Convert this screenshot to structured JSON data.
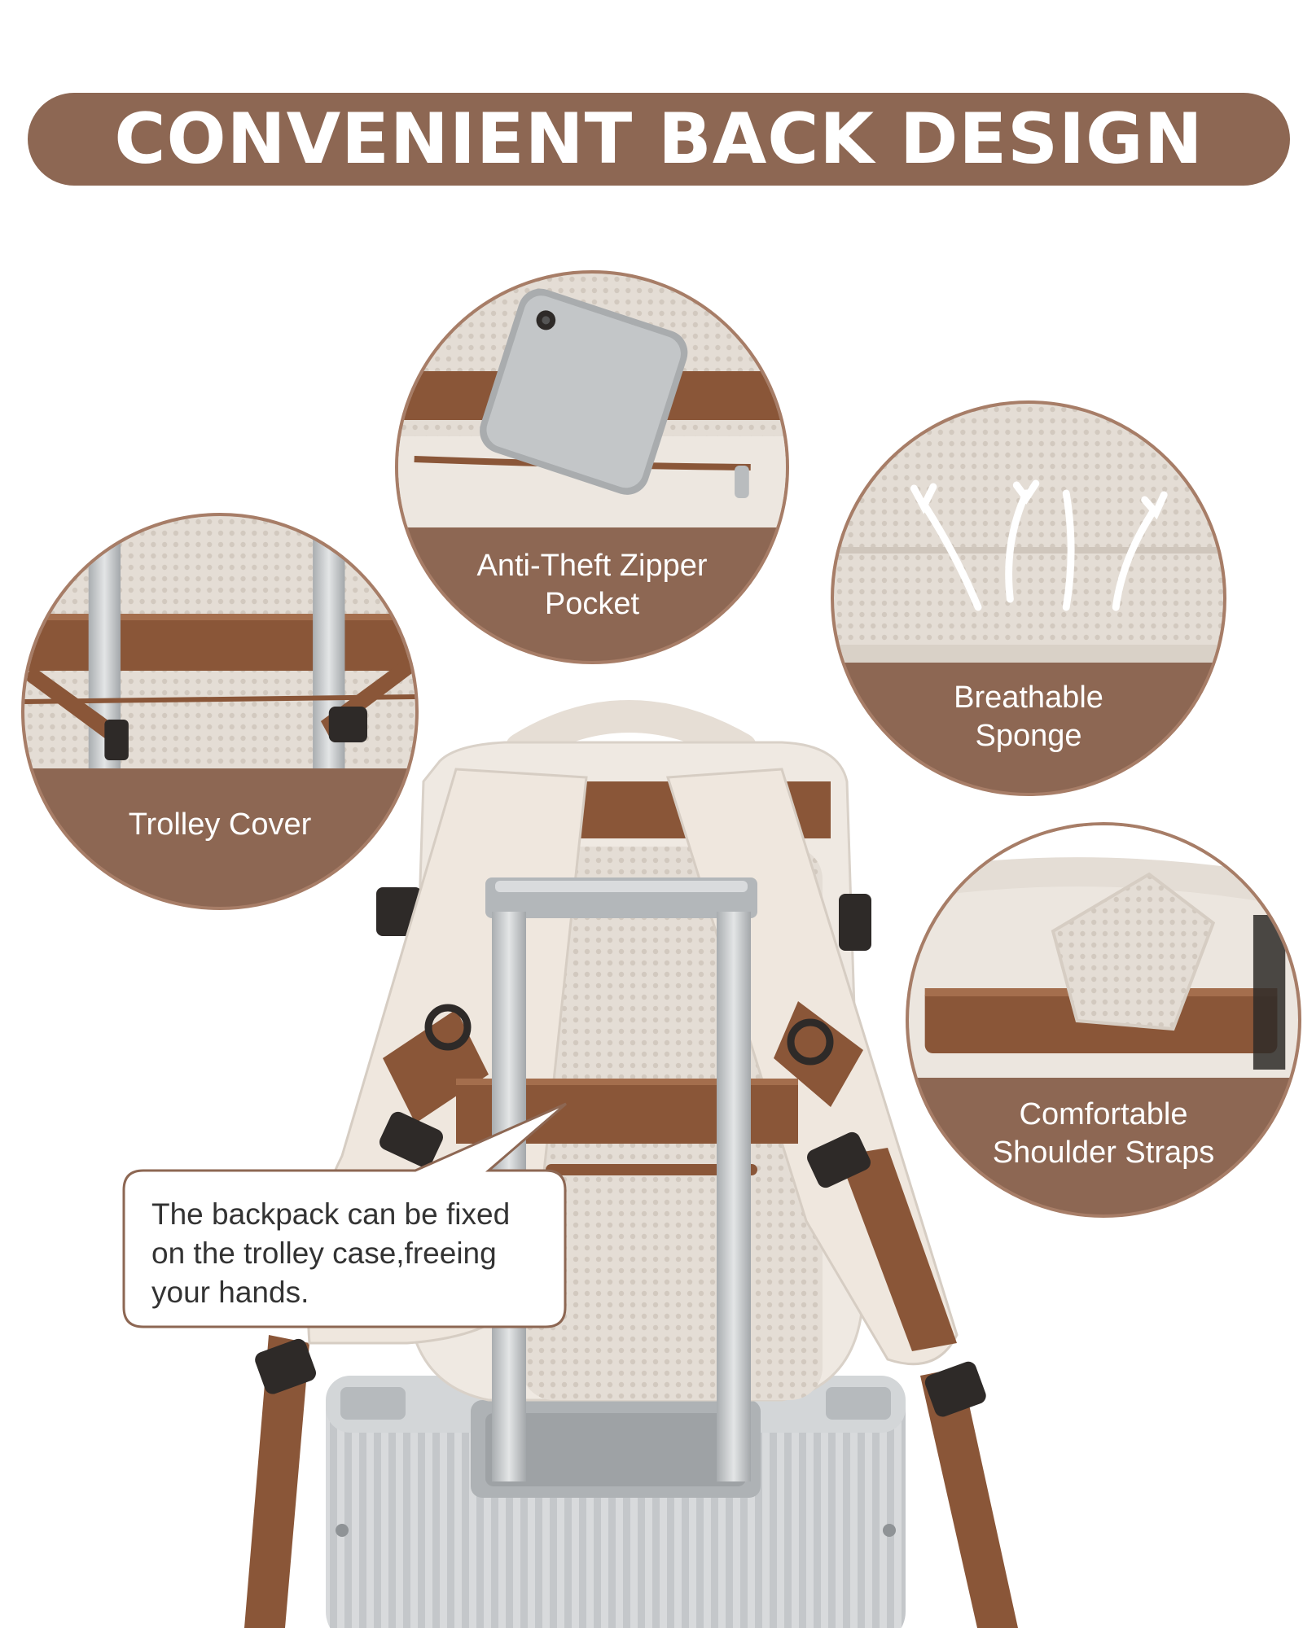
{
  "header": {
    "title": "CONVENIENT BACK DESIGN"
  },
  "features": {
    "pocket": {
      "line1": "Anti-Theft Zipper",
      "line2": "Pocket"
    },
    "sponge": {
      "line1": "Breathable",
      "line2": "Sponge"
    },
    "trolley": {
      "line1": "Trolley Cover"
    },
    "straps": {
      "line1": "Comfortable",
      "line2": "Shoulder Straps"
    }
  },
  "callout": {
    "line1": "The backpack can be fixed",
    "line2": "on the trolley case,freeing",
    "line3": "your hands."
  },
  "colors": {
    "brand_brown": "#8d6753",
    "strap_brown": "#8a5638",
    "cream": "#efe9e2",
    "mesh": "#dcd5cd",
    "silver": "#c9ccce"
  }
}
